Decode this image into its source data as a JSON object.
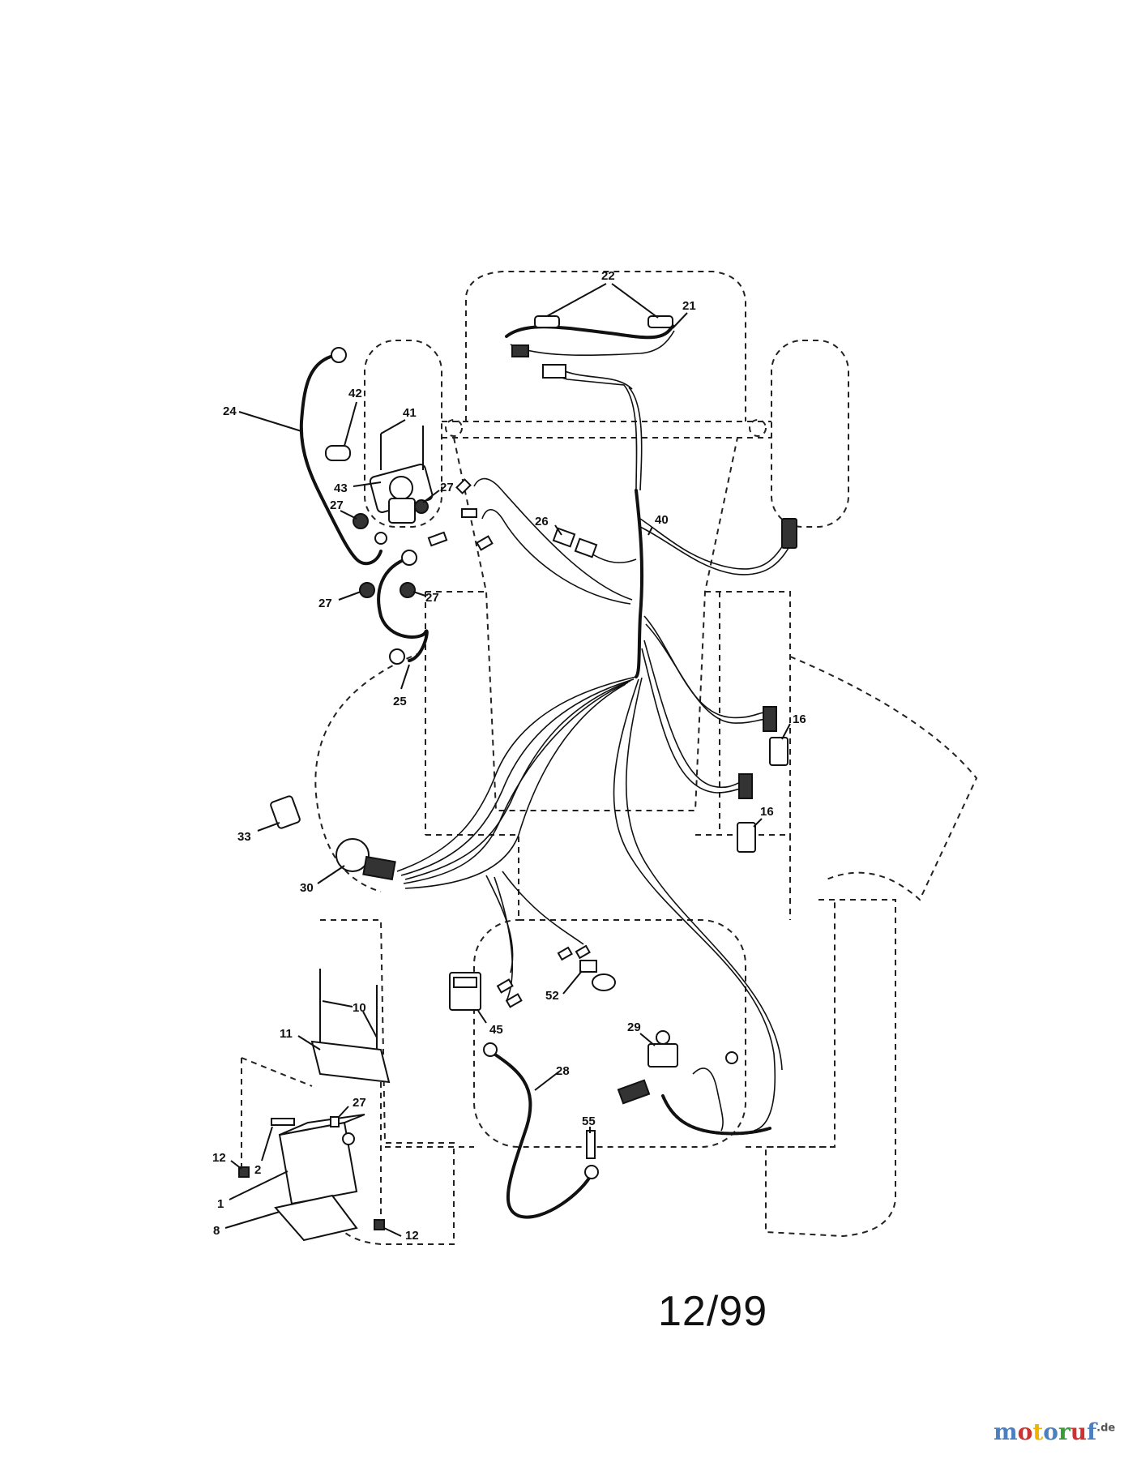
{
  "date_code": "12/99",
  "watermark": {
    "letters": [
      "m",
      "o",
      "t",
      "o",
      "r",
      "u",
      "f"
    ],
    "tld": ".de"
  },
  "callouts": {
    "c22": "22",
    "c21": "21",
    "c24": "24",
    "c42": "42",
    "c41": "41",
    "c43": "43",
    "c27a": "27",
    "c27b": "27",
    "c27c": "27",
    "c27d": "27",
    "c27e": "27",
    "c26": "26",
    "c40": "40",
    "c25": "25",
    "c16a": "16",
    "c16b": "16",
    "c33": "33",
    "c30": "30",
    "c10": "10",
    "c11": "11",
    "c45": "45",
    "c52": "52",
    "c29": "29",
    "c28": "28",
    "c55": "55",
    "c12a": "12",
    "c12b": "12",
    "c2": "2",
    "c1": "1",
    "c8": "8"
  }
}
